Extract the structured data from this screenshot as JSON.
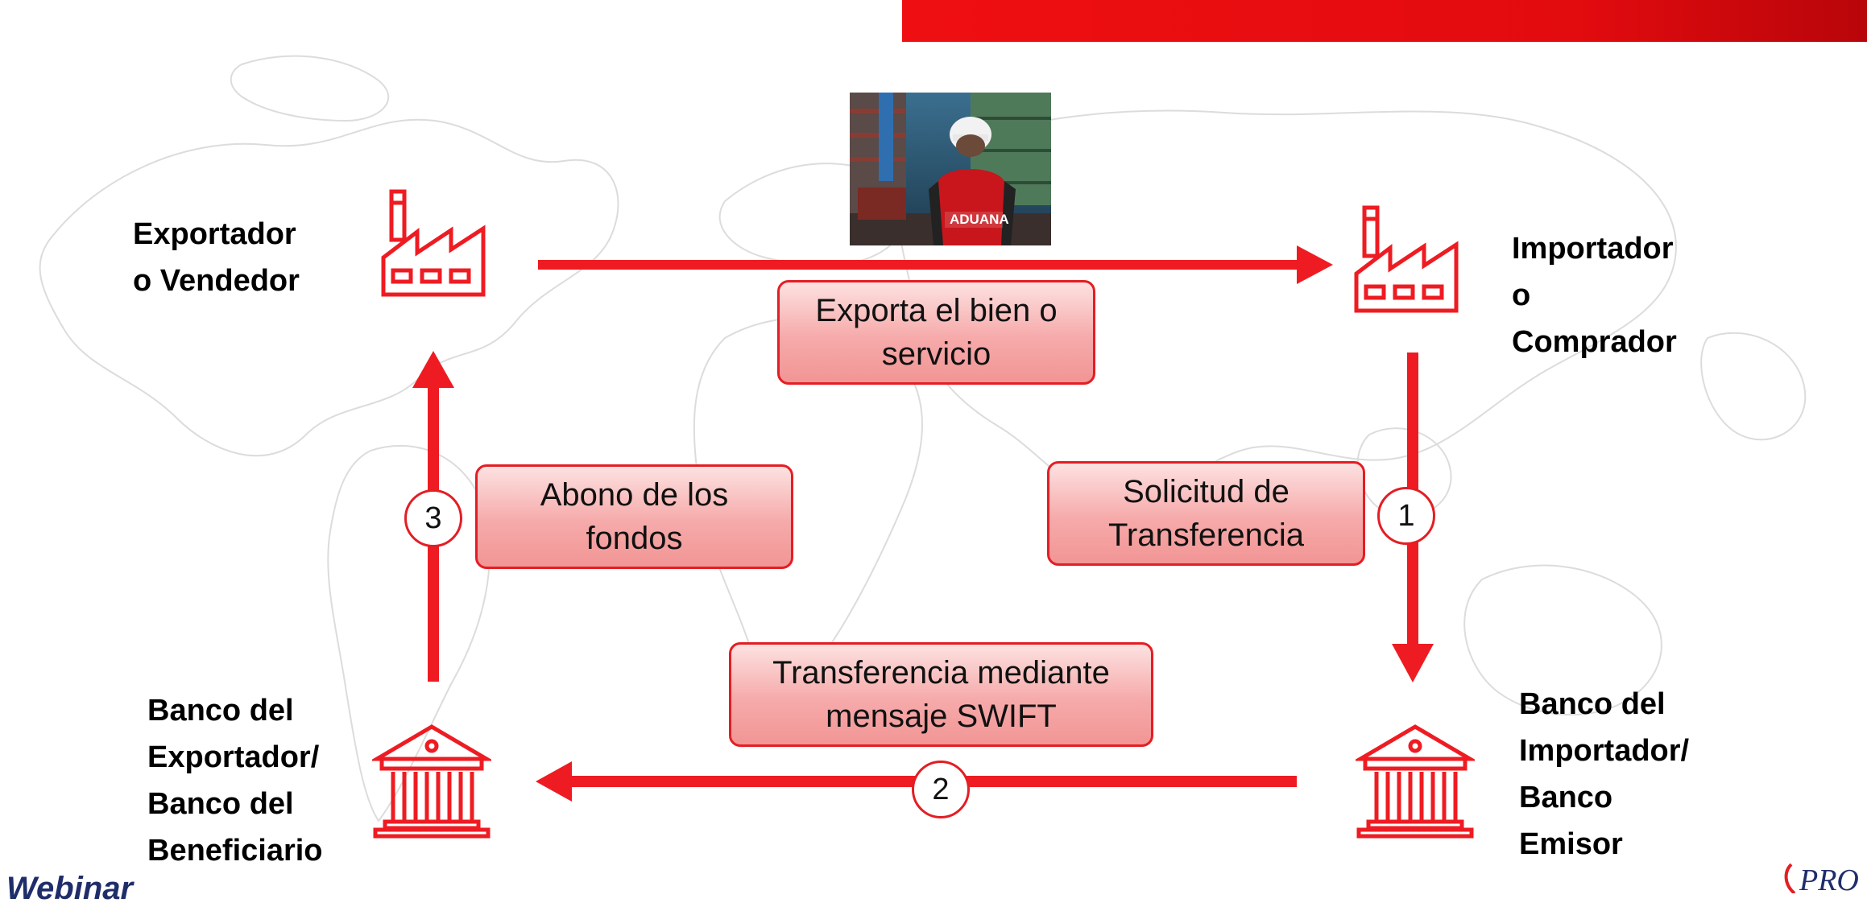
{
  "colors": {
    "accent": "#e31e24",
    "box_fill": "#f6aaaa",
    "map_line": "#d9d9d9"
  },
  "nodes": {
    "exporter": {
      "lines": [
        "Exportador",
        "o Vendedor"
      ],
      "icon": "factory-icon"
    },
    "importer": {
      "lines": [
        "Importador",
        "o",
        "Comprador"
      ],
      "icon": "factory-icon"
    },
    "issuing_bank": {
      "lines": [
        "Banco del",
        "Importador/",
        "Banco",
        "Emisor"
      ],
      "icon": "bank-icon"
    },
    "beneficiary_bank": {
      "lines": [
        "Banco del",
        "Exportador/",
        "Banco del",
        "Beneficiario"
      ],
      "icon": "bank-icon"
    }
  },
  "steps": {
    "export": {
      "lines": [
        "Exporta el bien o",
        "servicio"
      ]
    },
    "request": {
      "lines": [
        "Solicitud de",
        "Transferencia"
      ],
      "number": "1"
    },
    "swift": {
      "lines": [
        "Transferencia mediante",
        "mensaje SWIFT"
      ],
      "number": "2"
    },
    "credit": {
      "lines": [
        "Abono de los",
        "fondos"
      ],
      "number": "3"
    }
  },
  "photo": {
    "vest_text": "ADUANA"
  },
  "footer": {
    "webinar": "Webinar",
    "logo_text": "PRO"
  }
}
